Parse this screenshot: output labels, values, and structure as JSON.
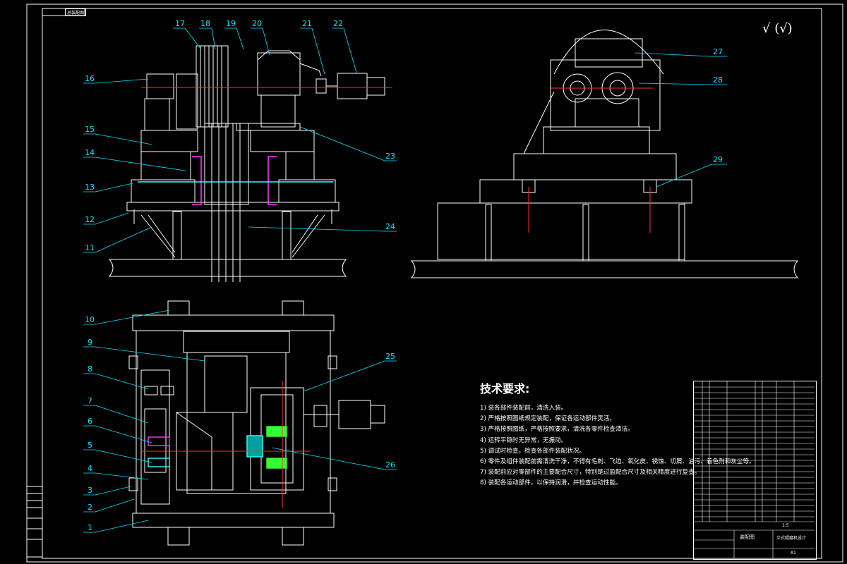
{
  "callouts": {
    "top_left": [
      "17",
      "18",
      "19",
      "20",
      "21",
      "22",
      "16",
      "15",
      "14",
      "13",
      "12",
      "11",
      "23",
      "24"
    ],
    "top_right": [
      "27",
      "28",
      "29"
    ],
    "bottom": [
      "10",
      "9",
      "8",
      "7",
      "6",
      "5",
      "4",
      "3",
      "2",
      "1",
      "25",
      "26"
    ]
  },
  "roughness_symbol": "√ (√)",
  "tech_requirements": {
    "title": "技术要求:",
    "items": [
      "1) 装各部件装配前，清洗入装。",
      "2) 严格按照图纸规定装配，保证各运动部件灵活。",
      "3) 严格按照图纸，严格按照要求，清洗各零件检查清洁。",
      "4) 运转平稳时无异常，无振动。",
      "5) 调试时检查，检查各部件装配状况。",
      "6) 零件及组件装配前需清洗干净，不得有毛刺、飞边、氧化皮、锈蚀、切屑、油污、着色剂和灰尘等。",
      "7) 装配前应对零部件的主要配合尺寸，特别是过盈配合尺寸及相关精度进行复查。",
      "8) 装配各运动部件，以保持润滑，并检查运动性能。"
    ]
  },
  "title_block": {
    "title": "装配图",
    "subtitle": "立式辊磨机设计",
    "scale": "1:5",
    "footer": "A1"
  },
  "drawing_tag": "总装配图",
  "colors": {
    "line": "#ffffff",
    "callout": "#00e5ff",
    "accent_magenta": "#ff33ff",
    "accent_green": "#33ff33",
    "accent_red": "#ff3030",
    "accent_cyan": "#33ffff"
  }
}
